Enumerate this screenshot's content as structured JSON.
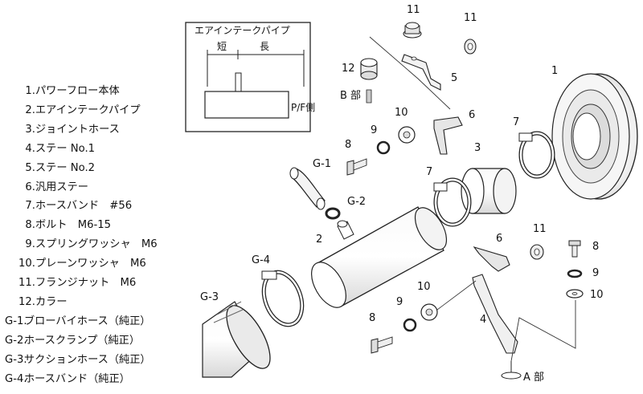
{
  "legend": [
    {
      "num": "1.",
      "name": "パワーフロー本体"
    },
    {
      "num": "2.",
      "name": "エアインテークパイプ"
    },
    {
      "num": "3.",
      "name": "ジョイントホース"
    },
    {
      "num": "4.",
      "name": "ステー No.1"
    },
    {
      "num": "5.",
      "name": "ステー No.2"
    },
    {
      "num": "6.",
      "name": "汎用ステー"
    },
    {
      "num": "7.",
      "name": "ホースバンド　#56"
    },
    {
      "num": "8.",
      "name": "ボルト　M6-15"
    },
    {
      "num": "9.",
      "name": "スプリングワッシャ　M6"
    },
    {
      "num": "10.",
      "name": "プレーンワッシャ　M6"
    },
    {
      "num": "11.",
      "name": "フランジナット　M6"
    },
    {
      "num": "12.",
      "name": "カラー"
    },
    {
      "num": "G-1.",
      "name": "ブローバイホース（純正）"
    },
    {
      "num": "G-2.",
      "name": "ホースクランプ（純正）"
    },
    {
      "num": "G-3.",
      "name": "サクションホース（純正）"
    },
    {
      "num": "G-4.",
      "name": "ホースバンド（純正）"
    }
  ],
  "inset": {
    "title": "エアインテークパイプ",
    "short": "短",
    "long": "長",
    "side": "P/F側"
  },
  "callouts": {
    "n1": "1",
    "n2": "2",
    "n3": "3",
    "n4": "4",
    "n5": "5",
    "n6a": "6",
    "n6b": "6",
    "n7a": "7",
    "n7b": "7",
    "n8a": "8",
    "n8b": "8",
    "n8c": "8",
    "n9a": "9",
    "n9b": "9",
    "n9c": "9",
    "n10a": "10",
    "n10b": "10",
    "n10c": "10",
    "n11a": "11",
    "n11b": "11",
    "n11c": "11",
    "n12": "12",
    "g1": "G-1",
    "g2": "G-2",
    "g3": "G-3",
    "g4": "G-4",
    "partA": "A 部",
    "partB": "B 部"
  }
}
